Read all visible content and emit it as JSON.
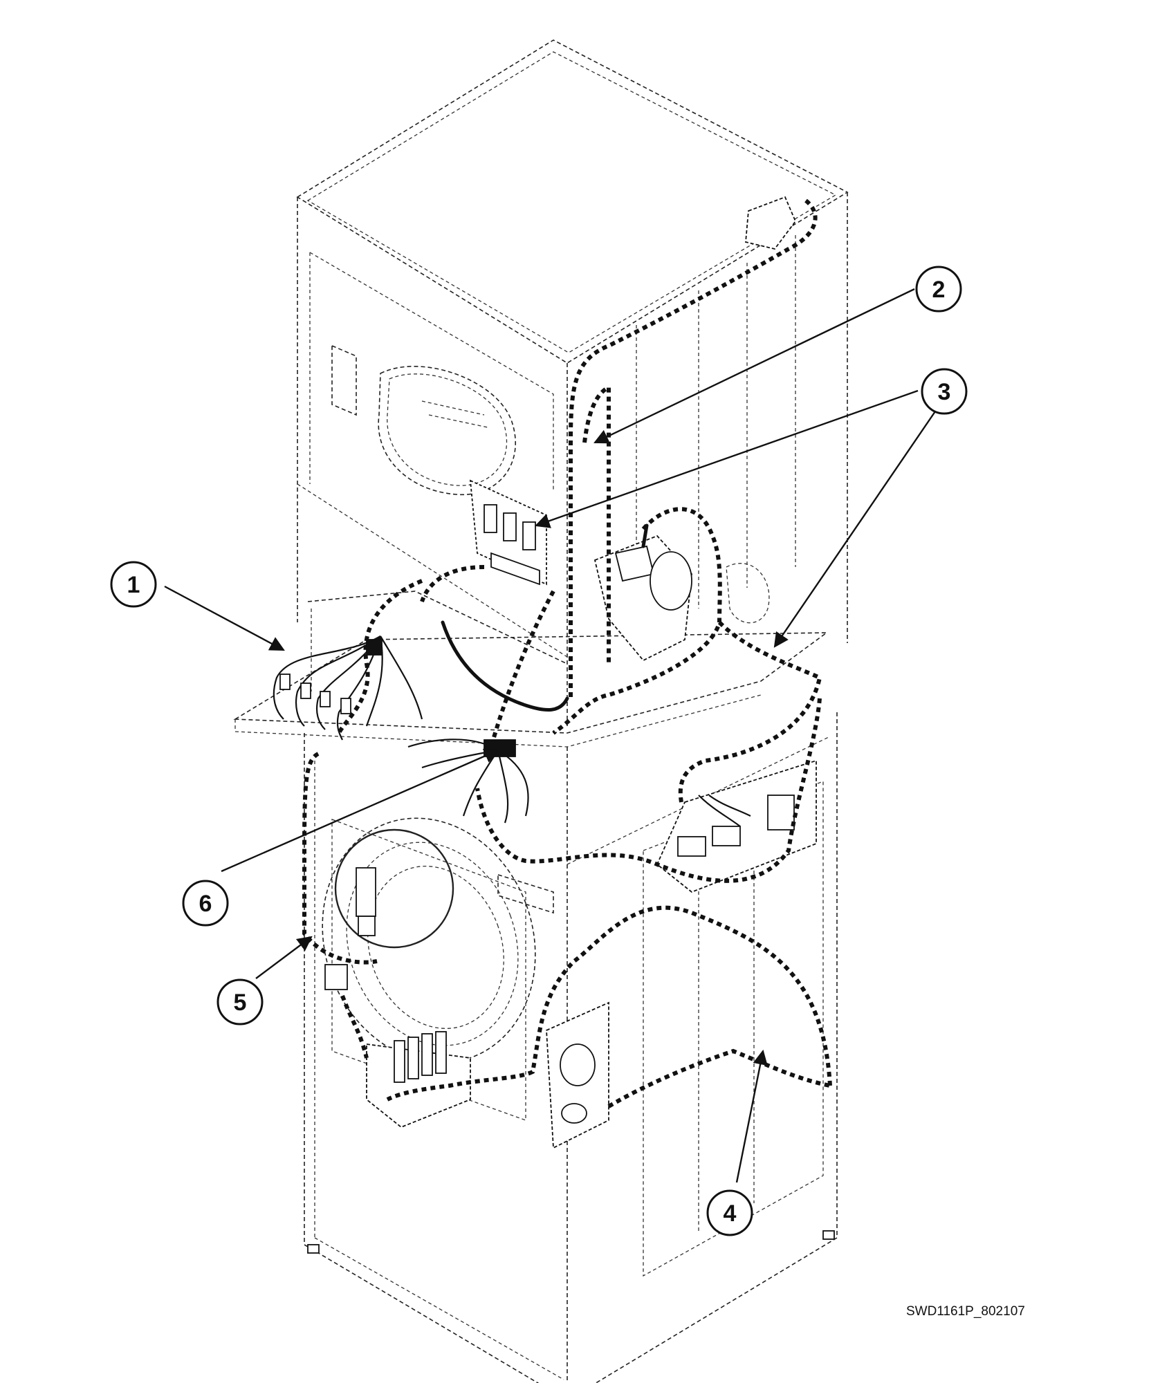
{
  "callouts": [
    {
      "id": "1",
      "label": "1"
    },
    {
      "id": "2",
      "label": "2"
    },
    {
      "id": "3",
      "label": "3"
    },
    {
      "id": "4",
      "label": "4"
    },
    {
      "id": "5",
      "label": "5"
    },
    {
      "id": "6",
      "label": "6"
    }
  ],
  "drawing_code": "SWD1161P_802107"
}
